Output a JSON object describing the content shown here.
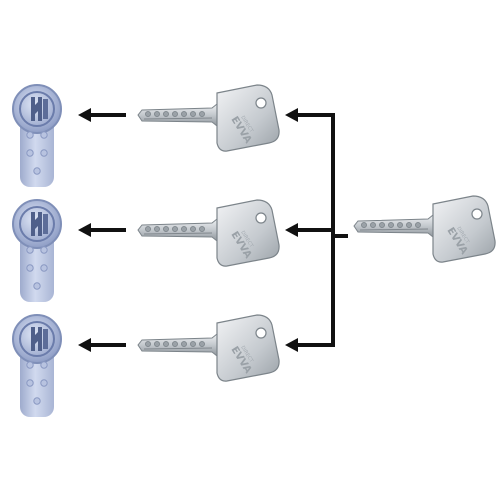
{
  "diagram": {
    "description_labels": [],
    "key_head_engraving": "EVVA",
    "key_head_subtext": "DIRECT",
    "rows": [
      {
        "id": "row-1"
      },
      {
        "id": "row-2"
      },
      {
        "id": "row-3"
      }
    ],
    "colors": {
      "cylinder_body": "#aab6d6",
      "cylinder_face": "#c7d2ea",
      "cylinder_dark": "#7f8fb8",
      "key_metal": "#cfd4d8",
      "key_metal_dark": "#8e959b",
      "arrow": "#111111",
      "background": "#ffffff"
    },
    "icons": {
      "lock_cylinder": "lock-cylinder-icon",
      "key": "key-icon",
      "arrow": "arrow-left-icon"
    }
  }
}
